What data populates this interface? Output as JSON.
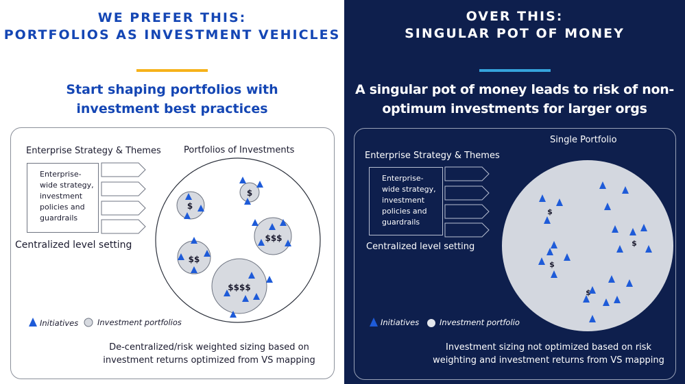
{
  "left": {
    "title_line1": "WE PREFER THIS:",
    "title_line2": "PORTFOLIOS AS INVESTMENT VEHICLES",
    "subtitle_line1": "Start shaping portfolios with",
    "subtitle_line2": "investment best practices",
    "strategy_label": "Enterprise Strategy & Themes",
    "strategy_box": [
      "Enterprise-",
      "wide strategy,",
      "investment",
      "policies and",
      "guardrails"
    ],
    "centralized_label": "Centralized level setting",
    "portfolios_label": "Portfolios of  Investments",
    "bubbles": [
      {
        "label": "$"
      },
      {
        "label": "$"
      },
      {
        "label": "$$$"
      },
      {
        "label": "$$"
      },
      {
        "label": "$$$$"
      }
    ],
    "legend_initiatives": "Initiatives",
    "legend_portfolios": "Investment portfolios",
    "footer_line1": "De-centralized/risk weighted sizing based on",
    "footer_line2": "investment returns  optimized from VS mapping"
  },
  "right": {
    "title_line1": "OVER THIS:",
    "title_line2": "SINGULAR POT OF MONEY",
    "subtitle_line1": "A singular pot of money leads to risk of non-",
    "subtitle_line2": "optimum investments for larger orgs",
    "strategy_label": "Enterprise Strategy & Themes",
    "strategy_box": [
      "Enterprise-",
      "wide strategy,",
      "investment",
      "policies and",
      "guardrails"
    ],
    "centralized_label": "Centralized level setting",
    "portfolio_label": "Single Portfolio",
    "dollar_label": "$",
    "legend_initiatives": "Initiatives",
    "legend_portfolio": "Investment portfolio",
    "footer_line1": "Investment sizing not optimized based on risk",
    "footer_line2": "weighting and investment returns from VS mapping"
  },
  "colors": {
    "brand_blue": "#1446b4",
    "accent_yellow": "#f6b21a",
    "accent_cyan": "#35a4dc",
    "navy": "#0e1f4d",
    "triangle_blue": "#1e5bd8",
    "bubble_gray": "#d7dae0",
    "big_circle_right": "#d3d7df"
  },
  "icons": {
    "initiative": "triangle-icon",
    "portfolio": "circle-icon",
    "arrow": "arrow-shape-icon"
  }
}
